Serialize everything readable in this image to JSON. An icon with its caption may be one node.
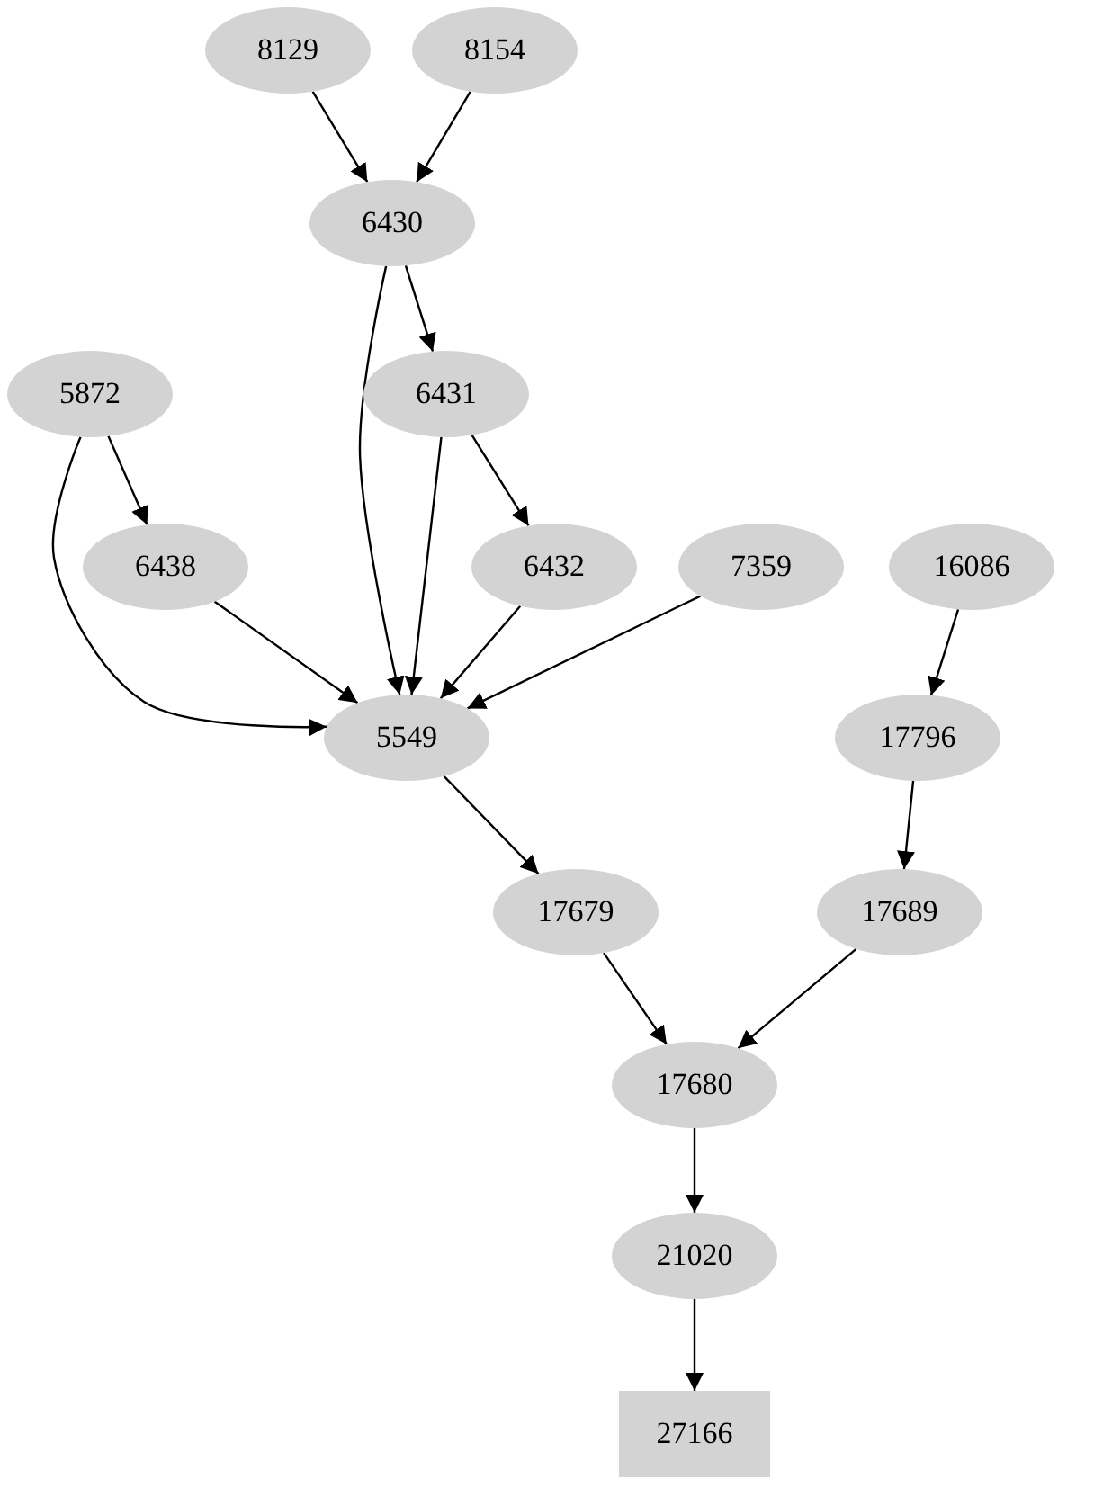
{
  "diagram": {
    "nodes": [
      {
        "text": [
          "8129"
        ]
      },
      {
        "text": [
          "8154"
        ]
      },
      {
        "text": [
          "6430"
        ]
      },
      {
        "text": [
          "5872"
        ]
      },
      {
        "text": [
          "6431"
        ]
      },
      {
        "text": [
          "6438"
        ]
      },
      {
        "text": [
          "6432"
        ]
      },
      {
        "text": [
          "7359"
        ]
      },
      {
        "text": [
          "16086"
        ]
      },
      {
        "text": [
          "5549"
        ]
      },
      {
        "text": [
          "17796"
        ]
      },
      {
        "text": [
          "17679"
        ]
      },
      {
        "text": [
          "17689"
        ]
      },
      {
        "text": [
          "17680"
        ]
      },
      {
        "text": [
          "21020"
        ]
      },
      {
        "text": [
          "27166"
        ]
      }
    ],
    "edges": [
      {
        "from": 0,
        "to": 2,
        "arrow": "to"
      },
      {
        "from": 1,
        "to": 2,
        "arrow": "to"
      },
      {
        "from": 2,
        "to": 4,
        "arrow": "to"
      },
      {
        "from": 2,
        "to": 9,
        "arrow": "to"
      },
      {
        "from": 3,
        "to": 5,
        "arrow": "to"
      },
      {
        "from": 3,
        "to": 9,
        "arrow": "to"
      },
      {
        "from": 4,
        "to": 6,
        "arrow": "to"
      },
      {
        "from": 4,
        "to": 9,
        "arrow": "to"
      },
      {
        "from": 5,
        "to": 9,
        "arrow": "to"
      },
      {
        "from": 6,
        "to": 9,
        "arrow": "to"
      },
      {
        "from": 7,
        "to": 9,
        "arrow": "to"
      },
      {
        "from": 8,
        "to": 10,
        "arrow": "to"
      },
      {
        "from": 9,
        "to": 11,
        "arrow": "to"
      },
      {
        "from": 10,
        "to": 12,
        "arrow": "to"
      },
      {
        "from": 11,
        "to": 13,
        "arrow": "to"
      },
      {
        "from": 12,
        "to": 13,
        "arrow": "to"
      },
      {
        "from": 13,
        "to": 14,
        "arrow": "to"
      },
      {
        "from": 14,
        "to": 15,
        "arrow": "to"
      }
    ]
  }
}
